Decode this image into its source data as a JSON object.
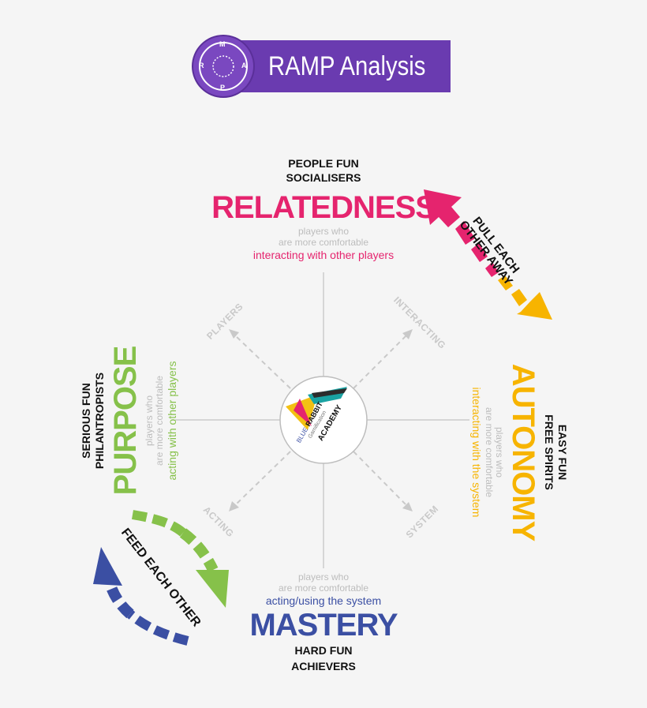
{
  "header": {
    "title": "RAMP Analysis",
    "logo_letters": [
      "M",
      "A",
      "P",
      "R"
    ]
  },
  "quadrants": {
    "relatedness": {
      "line1": "PEOPLE FUN",
      "line2": "SOCIALISERS",
      "word": "RELATEDNESS",
      "desc1": "players who",
      "desc2": "are more comfortable",
      "desc3": "interacting with other players",
      "color": "#e5246e"
    },
    "autonomy": {
      "line1": "EASY FUN",
      "line2": "FREE SPIRITS",
      "word": "AUTONOMY",
      "desc1": "players who",
      "desc2": "are more comfortable",
      "desc3": "interacting with the system",
      "color": "#f7b400"
    },
    "mastery": {
      "line1": "HARD FUN",
      "line2": "ACHIEVERS",
      "word": "MASTERY",
      "desc1": "players who",
      "desc2": "are more comfortable",
      "desc3": "acting/using the system",
      "color": "#3b4fa3"
    },
    "purpose": {
      "line1": "SERIOUS FUN",
      "line2": "PHILANTROPISTS",
      "word": "PURPOSE",
      "desc1": "players who",
      "desc2": "are more comfortable",
      "desc3": "acting with other players",
      "color": "#86c14a"
    }
  },
  "axes": {
    "players": "PLAYERS",
    "interacting": "INTERACTING",
    "acting": "ACTING",
    "system": "SYSTEM"
  },
  "arrows": {
    "top_right": {
      "line1": "PULL EACH",
      "line2": "OTHER AWAY"
    },
    "bottom_left": {
      "line1": "FEED EACH OTHER"
    }
  },
  "center_logo": {
    "line1": "BLUE",
    "line2": "RABBIT",
    "line3": "Gamification",
    "line4": "ACADEMY"
  }
}
